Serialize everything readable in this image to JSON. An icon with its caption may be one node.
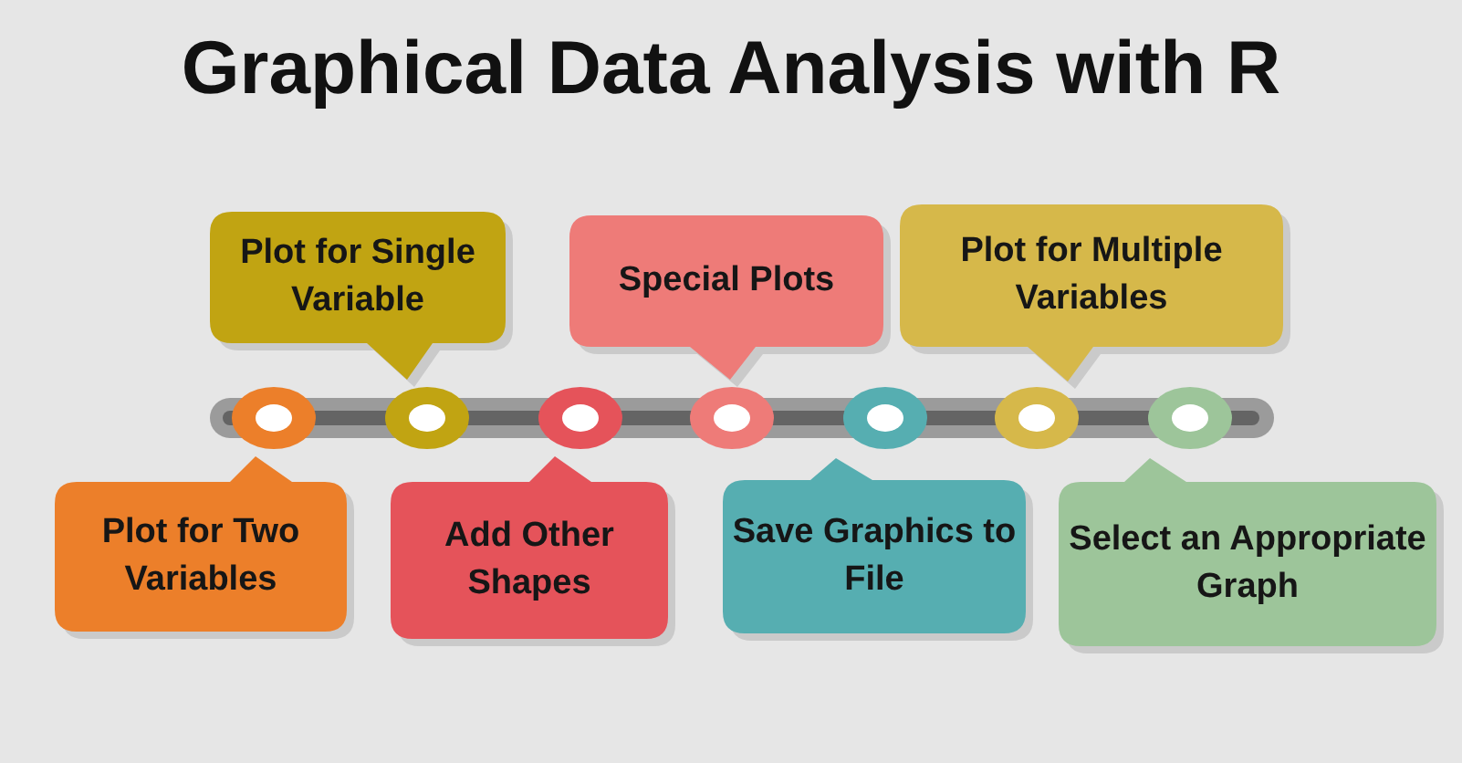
{
  "diagram": {
    "title": "Graphical Data Analysis with R",
    "nodes": [
      {
        "text": [
          "Plot for Single Variable"
        ]
      },
      {
        "text": [
          "Special Plots"
        ]
      },
      {
        "text": [
          "Plot for Multiple Variables"
        ]
      },
      {
        "text": [],
        "shape": "circle"
      },
      {
        "text": [],
        "shape": "circle"
      },
      {
        "text": [],
        "shape": "circle"
      },
      {
        "text": [],
        "shape": "circle"
      },
      {
        "text": [],
        "shape": "circle"
      },
      {
        "text": [],
        "shape": "circle"
      },
      {
        "text": [],
        "shape": "circle"
      },
      {
        "text": [
          "Plot for Two Variables"
        ]
      },
      {
        "text": [
          "Add Other Shapes"
        ]
      },
      {
        "text": [
          "Save Graphics to File"
        ]
      },
      {
        "text": [
          "Select an Appropriate Graph"
        ]
      }
    ]
  }
}
